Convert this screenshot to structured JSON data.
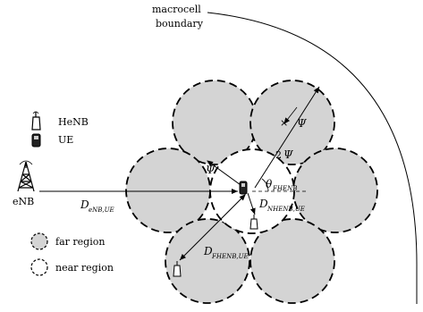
{
  "macrocell": {
    "line1": "macrocell",
    "line2": "boundary"
  },
  "legend": {
    "henb": "HeNB",
    "ue": "UE",
    "far": "far region",
    "near": "near region"
  },
  "labels": {
    "enb": "eNB",
    "psi_upper": "Ψ",
    "psi_left": "Ψ",
    "two_psi_num": "2",
    "two_psi_sym": "Ψ",
    "theta_main": "θ",
    "theta_sub": "FHENB",
    "d_enb_main": "D",
    "d_enb_sub": "eNB,UE",
    "d_nh_main": "D",
    "d_nh_sub": "NHENB,UE",
    "d_fh_main": "D",
    "d_fh_sub": "FHENB,UE"
  },
  "colors": {
    "far_fill": "#d4d4d4",
    "stroke": "#000000"
  }
}
